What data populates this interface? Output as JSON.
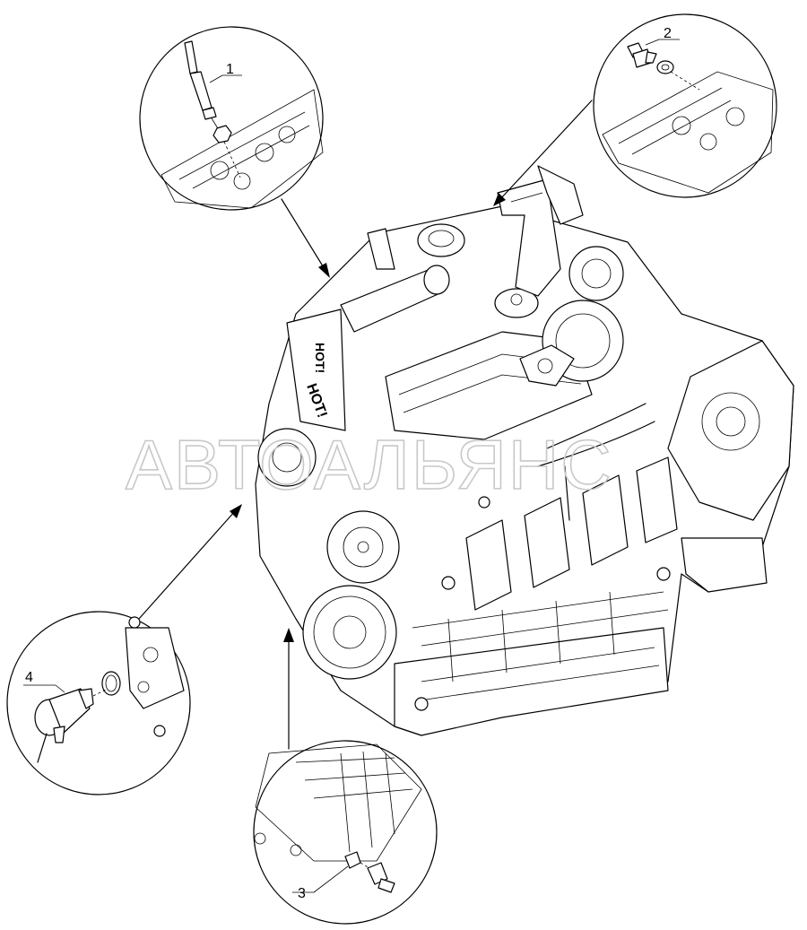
{
  "callouts": [
    {
      "id": "1",
      "label": "1"
    },
    {
      "id": "2",
      "label": "2"
    },
    {
      "id": "3",
      "label": "3"
    },
    {
      "id": "4",
      "label": "4"
    }
  ],
  "engine": {
    "hot_label_1": "HOT!",
    "hot_label_2": "HOT!"
  },
  "watermark": {
    "text": "АВТОАЛЬЯНС"
  }
}
